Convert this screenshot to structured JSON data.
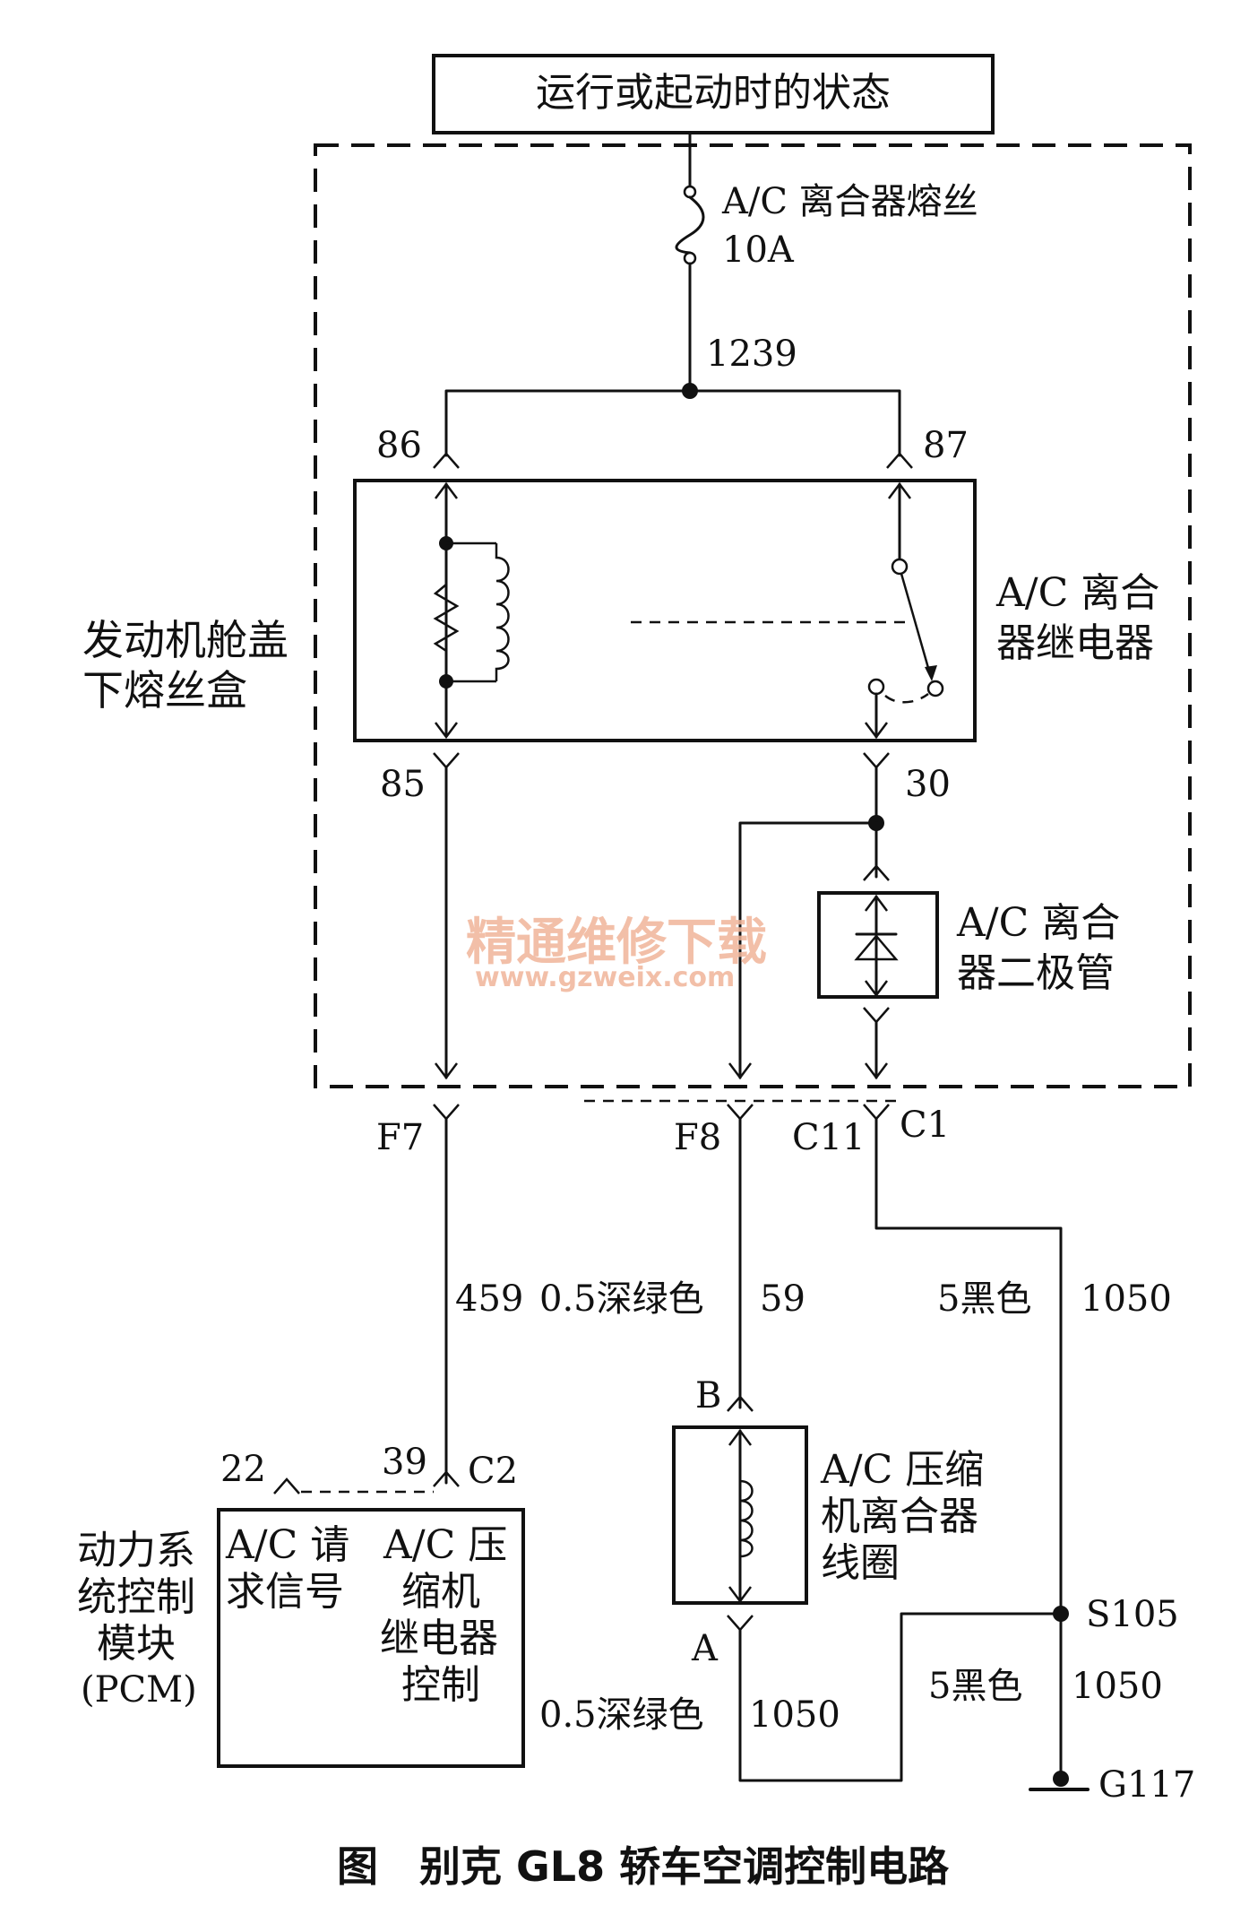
{
  "top_box": "运行或起动时的状态",
  "fuse": {
    "name": "A/C 离合器熔丝",
    "rating": "10A"
  },
  "wire_1239": "1239",
  "relay": {
    "pin_86": "86",
    "pin_87": "87",
    "pin_85": "85",
    "pin_30": "30",
    "label_1": "A/C 离合",
    "label_2": "器继电器"
  },
  "fusebox": {
    "label_1": "发动机舱盖",
    "label_2": "下熔丝盒"
  },
  "diode": {
    "label_1": "A/C 离合",
    "label_2": "器二极管"
  },
  "watermark": {
    "cn": "精通维修下载",
    "url": "www.gzweix.com"
  },
  "connectors": {
    "f7": "F7",
    "f8": "F8",
    "c11": "C11",
    "c1": "C1"
  },
  "wires": {
    "w459_num": "459",
    "w459_color": "0.5深绿色",
    "w59_num": "59",
    "w1050a_color": "5黑色",
    "w1050a_num": "1050",
    "w1050b_color": "0.5深绿色",
    "w1050b_num": "1050",
    "w1050c_color": "5黑色",
    "w1050c_num": "1050"
  },
  "compressor": {
    "pin_b": "B",
    "pin_a": "A",
    "label_1": "A/C 压缩",
    "label_2": "机离合器",
    "label_3": "线圈"
  },
  "pcm": {
    "pin_22": "22",
    "pin_39": "39",
    "conn_c2": "C2",
    "label_1": "动力系",
    "label_2": "统控制",
    "label_3": "模块",
    "label_4": "(PCM)",
    "req_1": "A/C 请",
    "req_2": "求信号",
    "ctl_1": "A/C 压",
    "ctl_2": "缩机",
    "ctl_3": "继电器",
    "ctl_4": "控制"
  },
  "splice": "S105",
  "ground": "G117",
  "caption": "图　别克 GL8 轿车空调控制电路"
}
